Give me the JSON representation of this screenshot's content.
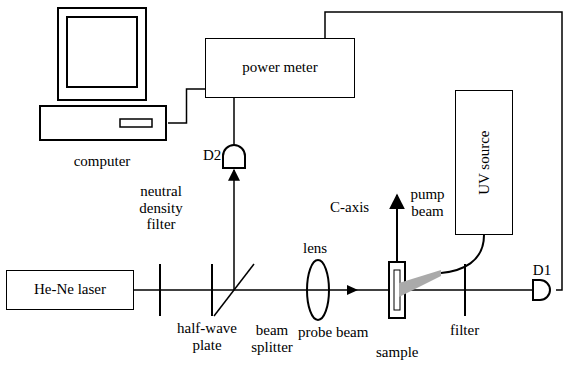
{
  "diagram": {
    "nodes": [
      {
        "text": [
          "computer"
        ]
      },
      {
        "text": [
          "power meter"
        ]
      },
      {
        "text": [
          "D2"
        ]
      },
      {
        "text": [
          "UV source"
        ]
      },
      {
        "text": [
          "He-Ne laser"
        ]
      },
      {
        "text": [
          "D1"
        ]
      }
    ],
    "edges": [
      {
        "from": 0,
        "to": 1,
        "arrow": "none"
      },
      {
        "from": 1,
        "to": 2,
        "arrow": "none"
      },
      {
        "from": 1,
        "to": 5,
        "arrow": "none"
      }
    ],
    "labels": [
      "neutral density filter",
      "half-wave plate",
      "beam splitter",
      "lens",
      "probe beam",
      "C-axis",
      "pump beam",
      "sample",
      "filter"
    ]
  }
}
